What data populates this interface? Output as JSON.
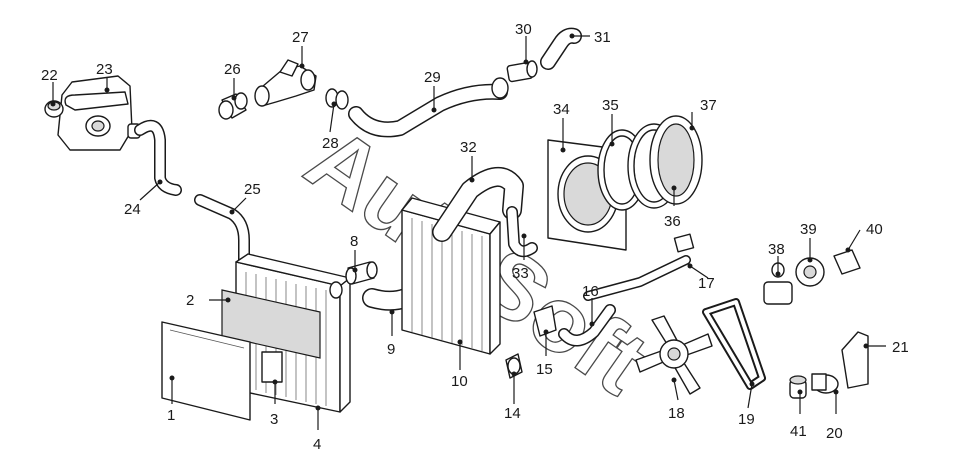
{
  "watermark": "AutoSoft",
  "callouts": {
    "c1": "1",
    "c2": "2",
    "c3": "3",
    "c4": "4",
    "c8": "8",
    "c9": "9",
    "c10": "10",
    "c14": "14",
    "c15": "15",
    "c16": "16",
    "c17": "17",
    "c18": "18",
    "c19": "19",
    "c20": "20",
    "c21": "21",
    "c22": "22",
    "c23": "23",
    "c24": "24",
    "c25": "25",
    "c26": "26",
    "c27": "27",
    "c28": "28",
    "c29": "29",
    "c30": "30",
    "c31": "31",
    "c32": "32",
    "c33": "33",
    "c34": "34",
    "c35": "35",
    "c36": "36",
    "c37": "37",
    "c38": "38",
    "c39": "39",
    "c40": "40",
    "c41": "41"
  }
}
